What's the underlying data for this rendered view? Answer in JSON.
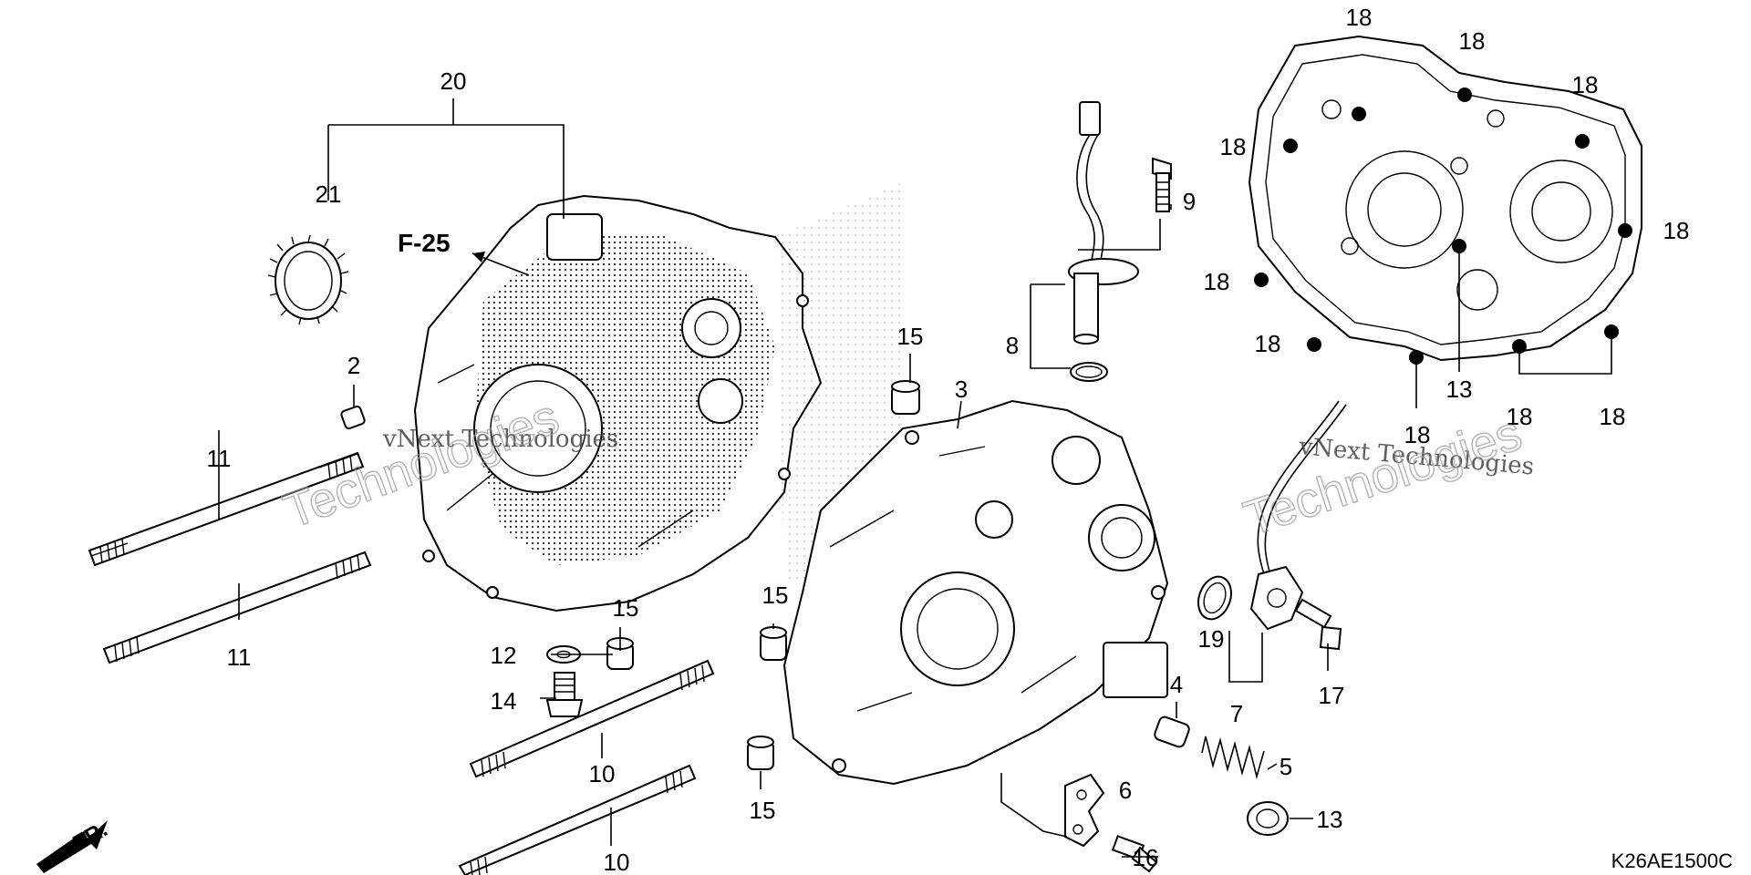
{
  "diagram": {
    "forward_ref": "F-25",
    "front_marker": "FR.",
    "drawing_code": "K26AE1500C",
    "watermark_text": "vNext Technologies",
    "watermark_brand": "Technologies",
    "callouts": [
      {
        "id": "c20",
        "text": "20"
      },
      {
        "id": "c21",
        "text": "21"
      },
      {
        "id": "c2",
        "text": "2"
      },
      {
        "id": "c11a",
        "text": "11"
      },
      {
        "id": "c11b",
        "text": "11"
      },
      {
        "id": "c15a",
        "text": "15"
      },
      {
        "id": "c15b",
        "text": "15"
      },
      {
        "id": "c15c",
        "text": "15"
      },
      {
        "id": "c15d",
        "text": "15"
      },
      {
        "id": "c12",
        "text": "12"
      },
      {
        "id": "c14",
        "text": "14"
      },
      {
        "id": "c10a",
        "text": "10"
      },
      {
        "id": "c10b",
        "text": "10"
      },
      {
        "id": "c3",
        "text": "3"
      },
      {
        "id": "c8",
        "text": "8"
      },
      {
        "id": "c9",
        "text": "9"
      },
      {
        "id": "c4",
        "text": "4"
      },
      {
        "id": "c5",
        "text": "5"
      },
      {
        "id": "c6",
        "text": "6"
      },
      {
        "id": "c13a",
        "text": "13"
      },
      {
        "id": "c13b",
        "text": "13"
      },
      {
        "id": "c16",
        "text": "16"
      },
      {
        "id": "c7",
        "text": "7"
      },
      {
        "id": "c19",
        "text": "19"
      },
      {
        "id": "c17",
        "text": "17"
      },
      {
        "id": "c18a",
        "text": "18"
      },
      {
        "id": "c18b",
        "text": "18"
      },
      {
        "id": "c18c",
        "text": "18"
      },
      {
        "id": "c18d",
        "text": "18"
      },
      {
        "id": "c18e",
        "text": "18"
      },
      {
        "id": "c18f",
        "text": "18"
      },
      {
        "id": "c18g",
        "text": "18"
      },
      {
        "id": "c18h",
        "text": "18"
      },
      {
        "id": "c18i",
        "text": "18"
      },
      {
        "id": "c18j",
        "text": "18"
      }
    ]
  }
}
